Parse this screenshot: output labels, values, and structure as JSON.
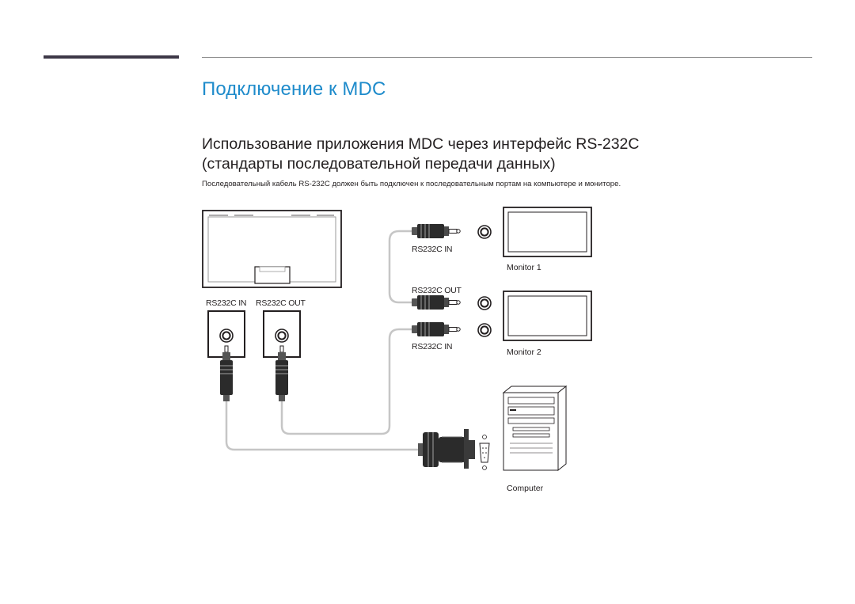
{
  "page": {
    "title": "Подключение к MDC",
    "subheading_line1": "Использование приложения MDC через интерфейс RS-232C",
    "subheading_line2": "(стандарты последовательной передачи данных)",
    "body": "Последовательный кабель RS-232C должен быть подключен к последовательным портам на компьютере и мониторе."
  },
  "diagram": {
    "display_port_in": "RS232C IN",
    "display_port_out": "RS232C OUT",
    "monitor1_in": "RS232C IN",
    "monitor1_label": "Monitor 1",
    "monitor_out": "RS232C OUT",
    "monitor2_in": "RS232C IN",
    "monitor2_label": "Monitor 2",
    "computer_label": "Computer"
  },
  "colors": {
    "title": "#1e8bcb",
    "section_bar": "#3d3847",
    "rule": "#8c8c8c",
    "text": "#231f20",
    "cable": "#c6c6c6"
  }
}
